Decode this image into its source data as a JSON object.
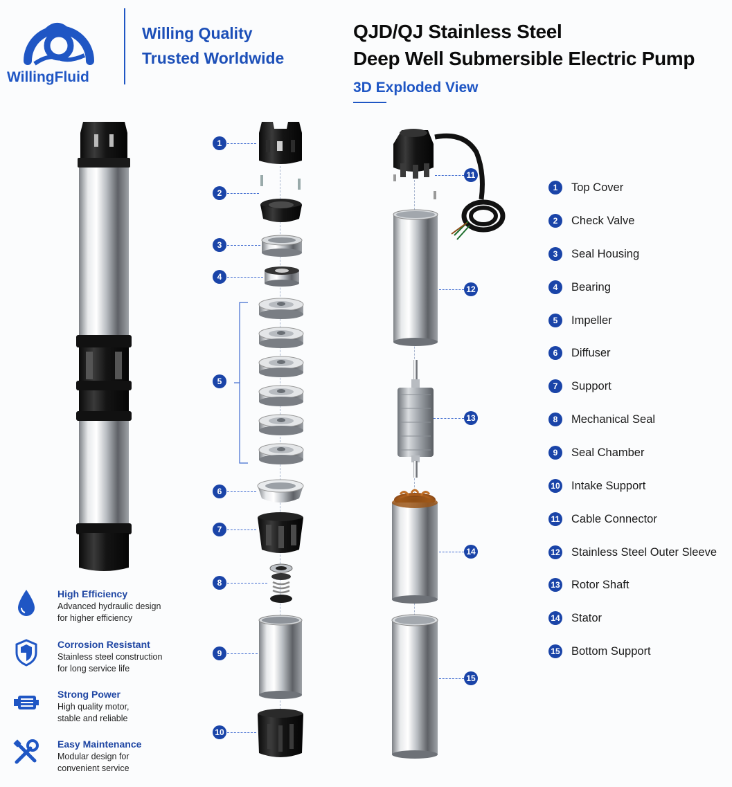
{
  "brand": {
    "name": "WillingFluid",
    "tagline_line1": "Willing Quality",
    "tagline_line2": "Trusted Worldwide"
  },
  "header": {
    "title_line1": "QJD/QJ Stainless Steel",
    "title_line2": "Deep Well Submersible Electric Pump",
    "subtitle": "3D Exploded View"
  },
  "colors": {
    "accent": "#1a44a8",
    "brand_blue": "#1f56c4",
    "steel": "#c9ccd1",
    "black_part": "#141414"
  },
  "callouts": [
    "1",
    "2",
    "3",
    "4",
    "5",
    "6",
    "7",
    "8",
    "9",
    "10",
    "11",
    "12",
    "13",
    "14",
    "15"
  ],
  "legend": [
    {
      "num": "1",
      "label": "Top Cover"
    },
    {
      "num": "2",
      "label": "Check Valve"
    },
    {
      "num": "3",
      "label": "Seal Housing"
    },
    {
      "num": "4",
      "label": "Bearing"
    },
    {
      "num": "5",
      "label": "Impeller"
    },
    {
      "num": "6",
      "label": "Diffuser"
    },
    {
      "num": "7",
      "label": "Support"
    },
    {
      "num": "8",
      "label": "Mechanical Seal"
    },
    {
      "num": "9",
      "label": "Seal Chamber"
    },
    {
      "num": "10",
      "label": "Intake Support"
    },
    {
      "num": "11",
      "label": "Cable Connector"
    },
    {
      "num": "12",
      "label": "Stainless Steel Outer Sleeve"
    },
    {
      "num": "13",
      "label": "Rotor Shaft"
    },
    {
      "num": "14",
      "label": "Stator"
    },
    {
      "num": "15",
      "label": "Bottom Support"
    }
  ],
  "features": [
    {
      "icon": "water-drop-icon",
      "title": "High Efficiency",
      "desc_line1": "Advanced hydraulic design",
      "desc_line2": "for higher efficiency"
    },
    {
      "icon": "shield-icon",
      "title": "Corrosion Resistant",
      "desc_line1": "Stainless steel construction",
      "desc_line2": "for long service life"
    },
    {
      "icon": "motor-icon",
      "title": "Strong Power",
      "desc_line1": "High quality motor,",
      "desc_line2": "stable and reliable"
    },
    {
      "icon": "tools-icon",
      "title": "Easy Maintenance",
      "desc_line1": "Modular design for",
      "desc_line2": "convenient service"
    }
  ]
}
